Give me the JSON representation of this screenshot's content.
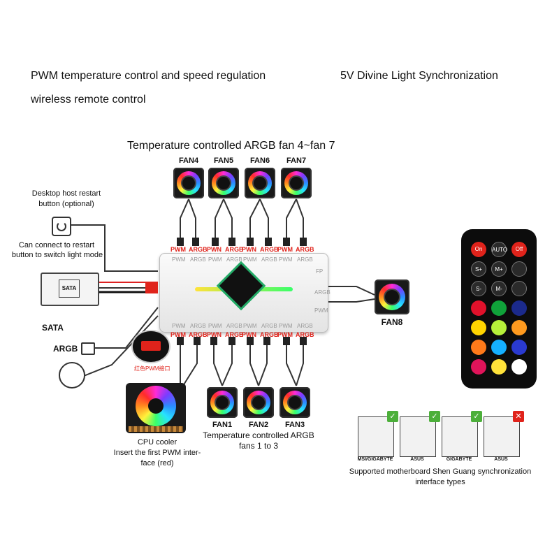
{
  "header": {
    "line1": "PWM temperature control and speed regulation",
    "line2": "wireless remote control",
    "right": "5V Divine Light Synchronization"
  },
  "top_title": "Temperature controlled ARGB fan 4~fan 7",
  "fans_top": [
    "FAN4",
    "FAN5",
    "FAN6",
    "FAN7"
  ],
  "fans_bottom": [
    "FAN1",
    "FAN2",
    "FAN3"
  ],
  "fan8": "FAN8",
  "ports_top": [
    "PWM",
    "ARGB",
    "PWN",
    "ARGB",
    "PWN",
    "ARGB",
    "PWM",
    "ARGB"
  ],
  "ports_bottom": [
    "PWM",
    "ARGB",
    "PWN",
    "ARGB",
    "PWN",
    "ARGB",
    "PWM",
    "ARGB"
  ],
  "hub_silk_top": [
    "PWM",
    "ARGB",
    "PWM",
    "ARGB",
    "PWM",
    "ARGB",
    "PWM",
    "ARGB"
  ],
  "hub_silk_bottom": [
    "PWM",
    "ARGB",
    "PWM",
    "ARGB",
    "PWM",
    "ARGB",
    "PWM",
    "ARGB"
  ],
  "hub_side_labels": {
    "fp": "FP",
    "argb": "ARGB",
    "pwm": "PWM"
  },
  "left": {
    "restart_label_1": "Desktop host restart",
    "restart_label_2": "button (optional)",
    "connect_label_1": "Can connect to restart",
    "connect_label_2": "button to switch light mode",
    "sata": "SATA",
    "sata_plug_text": "SATA",
    "argb": "ARGB",
    "red_pwm_note": "红色PWM接口",
    "cpu_1": "CPU cooler",
    "cpu_2": "Insert the first PWM inter-",
    "cpu_3": "face (red)"
  },
  "bottom_caption_1": "Temperature controlled ARGB",
  "bottom_caption_2": "fans 1 to 3",
  "remote_buttons": [
    {
      "label": "On",
      "color": "#e0231b"
    },
    {
      "label": "AUTO",
      "color": "#2a2a2a"
    },
    {
      "label": "Off",
      "color": "#e0231b"
    },
    {
      "label": "S+",
      "color": "#2a2a2a"
    },
    {
      "label": "M+",
      "color": "#2a2a2a"
    },
    {
      "label": "",
      "color": "#2a2a2a"
    },
    {
      "label": "S-",
      "color": "#2a2a2a"
    },
    {
      "label": "M-",
      "color": "#2a2a2a"
    },
    {
      "label": "",
      "color": "#2a2a2a"
    },
    {
      "label": "",
      "color": "#e0112b"
    },
    {
      "label": "",
      "color": "#10a23a"
    },
    {
      "label": "",
      "color": "#1b2a8c"
    },
    {
      "label": "",
      "color": "#ffd400"
    },
    {
      "label": "",
      "color": "#b6f03a"
    },
    {
      "label": "",
      "color": "#ff9a1f"
    },
    {
      "label": "",
      "color": "#ff7a1a"
    },
    {
      "label": "",
      "color": "#15b0ff"
    },
    {
      "label": "",
      "color": "#2a3ad0"
    },
    {
      "label": "",
      "color": "#e0145a"
    },
    {
      "label": "",
      "color": "#ffe23a"
    },
    {
      "label": "",
      "color": "#ffffff"
    }
  ],
  "motherboards": [
    {
      "name": "MSI/GIGABYTE",
      "status": "check",
      "status_color": "#4caf3a"
    },
    {
      "name": "ASUS",
      "status": "check",
      "status_color": "#4caf3a"
    },
    {
      "name": "GIGABYTE",
      "status": "check",
      "status_color": "#4caf3a"
    },
    {
      "name": "ASUS",
      "status": "cross",
      "status_color": "#e0231b"
    }
  ],
  "mb_caption_1": "Supported motherboard Shen Guang synchronization",
  "mb_caption_2": "interface types"
}
